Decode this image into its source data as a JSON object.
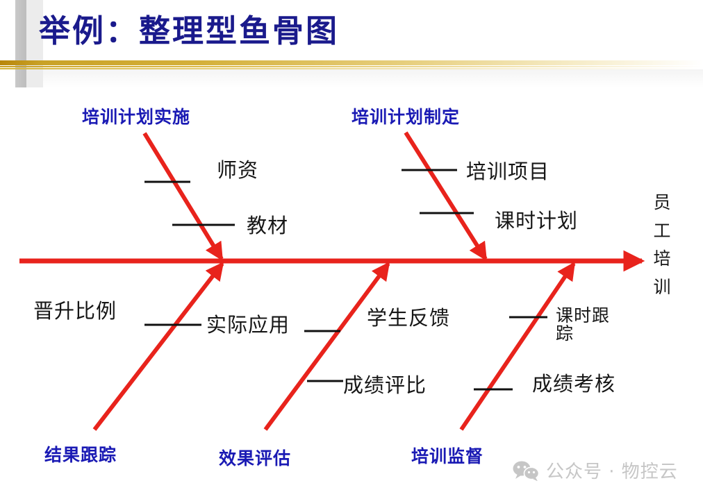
{
  "slide": {
    "title": "举例：整理型鱼骨图",
    "title_color": "#1a1a8c",
    "accent_color": "#c9a227",
    "background": "#ffffff"
  },
  "diagram": {
    "type": "fishbone",
    "spine_color": "#e8231c",
    "category_label_color": "#1a1ab4",
    "sub_label_color": "#161616",
    "effect": {
      "label": "员工培训",
      "characters": [
        "员",
        "工",
        "培",
        "训"
      ],
      "position": "right-head"
    },
    "categories": [
      {
        "id": "training-plan-implementation",
        "label": "培训计划实施",
        "position": "top-left",
        "causes": [
          "师资",
          "教材"
        ]
      },
      {
        "id": "training-plan-formulation",
        "label": "培训计划制定",
        "position": "top-right",
        "causes": [
          "培训项目",
          "课时计划"
        ]
      },
      {
        "id": "result-tracking",
        "label": "结果跟踪",
        "position": "bottom-left",
        "causes": [
          "晋升比例",
          "实际应用"
        ]
      },
      {
        "id": "effect-evaluation",
        "label": "效果评估",
        "position": "bottom-middle",
        "causes": [
          "学生反馈",
          "成绩评比"
        ]
      },
      {
        "id": "training-supervision",
        "label": "培训监督",
        "position": "bottom-right",
        "causes": [
          "课时跟踪",
          "成绩考核"
        ]
      }
    ]
  },
  "watermark": {
    "icon": "wechat-icon",
    "text": "公众号 · 物控云",
    "color": "#c6c6c6"
  }
}
